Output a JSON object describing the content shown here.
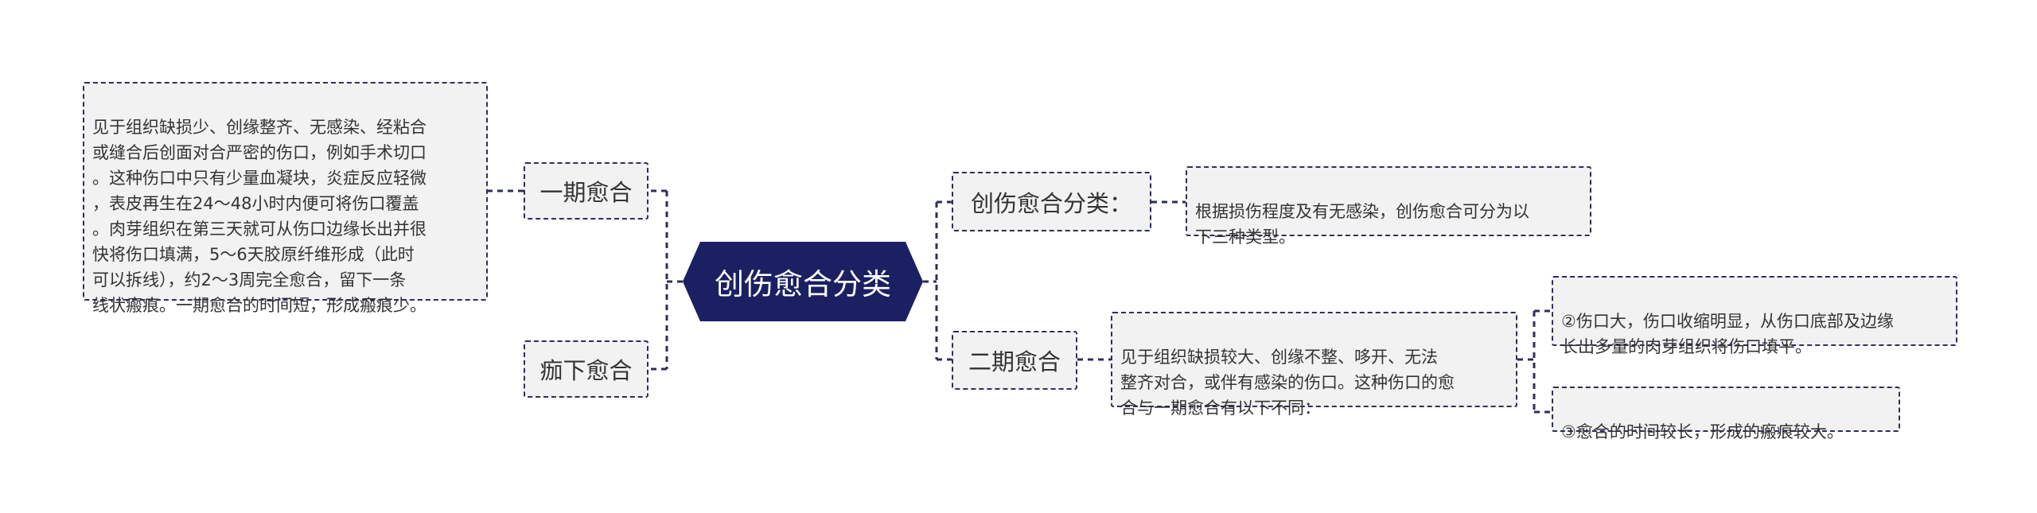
{
  "center": {
    "title": "创伤愈合分类"
  },
  "left": {
    "primary": {
      "label": "一期愈合",
      "detail": "见于组织缺损少、创缘整齐、无感染、经粘合\n或缝合后创面对合严密的伤口，例如手术切口\n。这种伤口中只有少量血凝块，炎症反应轻微\n，表皮再生在24～48小时内便可将伤口覆盖\n。肉芽组织在第三天就可从伤口边缘长出并很\n快将伤口填满，5～6天胶原纤维形成（此时\n可以拆线），约2～3周完全愈合，留下一条\n线状瘢痕。一期愈合的时间短，形成瘢痕少。"
    },
    "scab": {
      "label": "痂下愈合"
    }
  },
  "right": {
    "classification": {
      "label": "创伤愈合分类：",
      "detail": "根据损伤程度及有无感染，创伤愈合可分为以\n下三种类型。"
    },
    "secondary": {
      "label": "二期愈合",
      "detail": " 见于组织缺损较大、创缘不整、哆开、无法\n整齐对合，或伴有感染的伤口。这种伤口的愈\n合与一期愈合有以下不同：",
      "differences": [
        "②伤口大，伤口收缩明显，从伤口底部及边缘\n长出多量的肉芽组织将伤口填平。",
        "③愈合的时间较长，形成的瘢痕较大。"
      ]
    }
  },
  "colors": {
    "center_fill": "#1b2063",
    "connector": "#2d2f5a",
    "node_fill": "#f2f2f2"
  }
}
